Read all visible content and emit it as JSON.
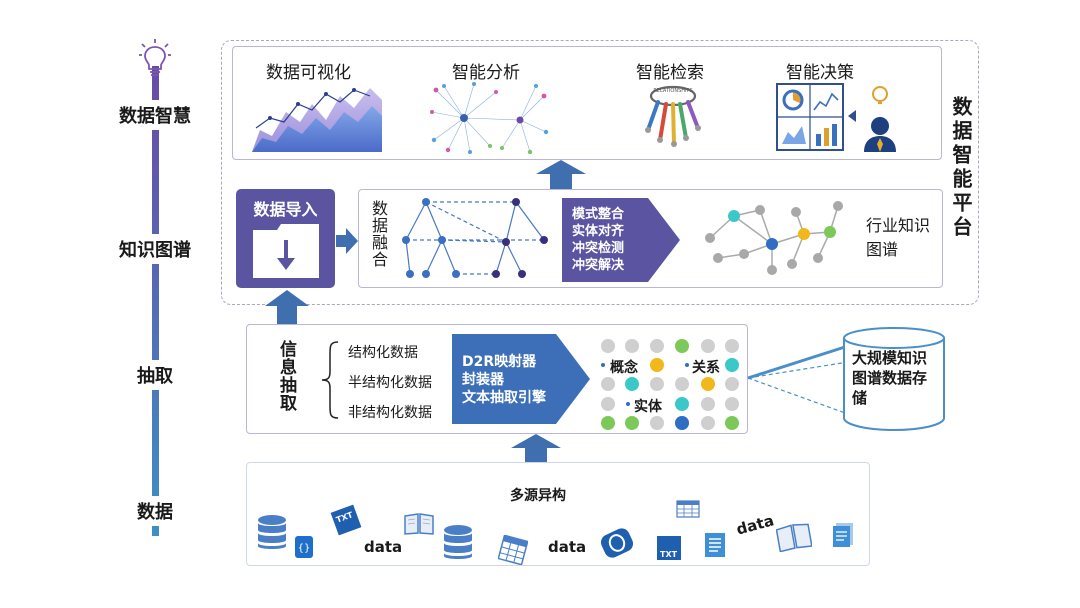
{
  "axis": {
    "labels": [
      "数据智慧",
      "知识图谱",
      "抽取",
      "数据"
    ]
  },
  "platform": {
    "title": "数据智能平台",
    "apps": [
      "数据可视化",
      "智能分析",
      "智能检索",
      "智能决策"
    ],
    "import_label": "数据导入",
    "fusion_label": "数据融合",
    "fusion_steps": [
      "模式整合",
      "实体对齐",
      "冲突检测",
      "冲突解决"
    ],
    "industry_kg": "行业知识图谱"
  },
  "extraction": {
    "title": "信息抽取",
    "data_types": [
      "结构化数据",
      "半结构化数据",
      "非结构化数据"
    ],
    "tools": [
      "D2R映射器",
      "封装器",
      "文本抽取引擎"
    ],
    "concepts": [
      "概念",
      "关系",
      "实体"
    ]
  },
  "storage": {
    "label": "大规模知识图谱数据存储"
  },
  "sources": {
    "title": "多源异构",
    "data_word": "data",
    "txt_badge": "TXT"
  },
  "colors": {
    "accent": "#5b54a0",
    "axis_top": "#6a4aa8",
    "axis_bottom": "#3d8fc4",
    "arrow": "#3f6fae"
  }
}
